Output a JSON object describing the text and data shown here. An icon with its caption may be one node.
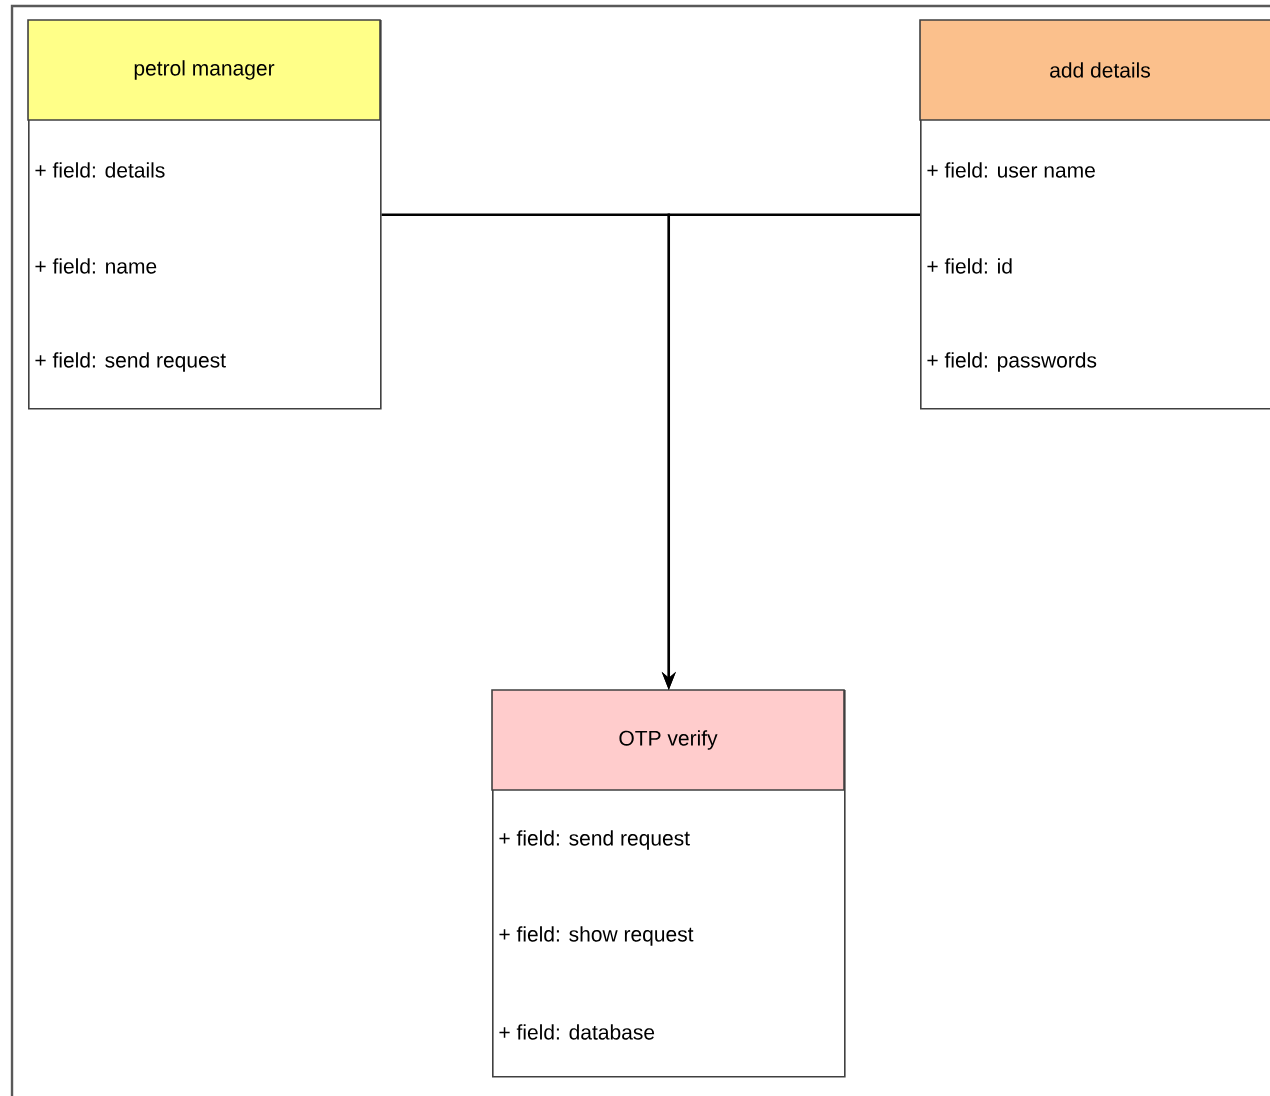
{
  "diagram": {
    "nodes": [
      {
        "text": [
          "petrol manager",
          "+ field: details",
          "+ field: name",
          "+ field: send request"
        ]
      },
      {
        "text": [
          "add details",
          "+ field: user name",
          "+ field: id",
          "+ field: passwords"
        ]
      },
      {
        "text": [
          "OTP verify",
          "+ field: send request",
          "+ field: show request",
          "+ field: database"
        ]
      }
    ],
    "edges": [
      {
        "from": 0,
        "to": 2,
        "arrow": "to"
      },
      {
        "from": 1,
        "to": 2,
        "arrow": "to"
      }
    ]
  }
}
